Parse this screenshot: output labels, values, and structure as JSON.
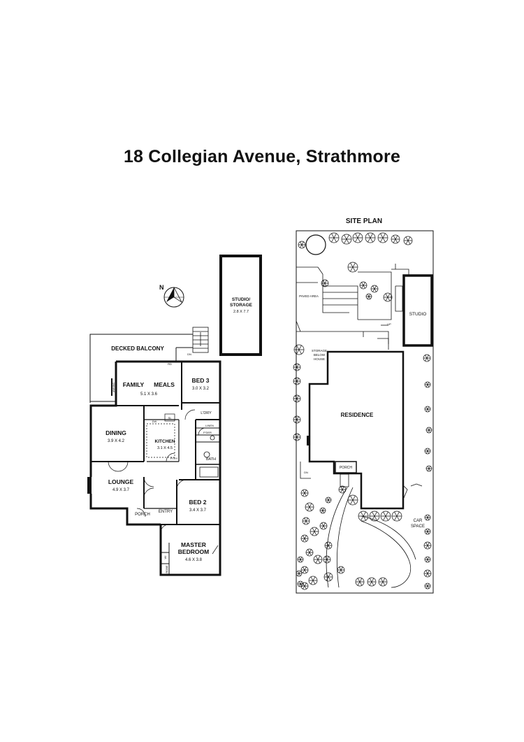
{
  "title": "18 Collegian Avenue, Strathmore",
  "compass": {
    "label": "N"
  },
  "floor_plan": {
    "rooms": {
      "decked_balcony": {
        "name": "DECKED BALCONY"
      },
      "family_meals": {
        "name_a": "FAMILY",
        "name_b": "MEALS",
        "dims": "5.1 X 3.6"
      },
      "bed3": {
        "name": "BED 3",
        "dims": "3.0 X 3.2"
      },
      "studio_storage": {
        "name_a": "STUDIO/",
        "name_b": "STORAGE",
        "dims": "2.8 X 7.7"
      },
      "dining": {
        "name": "DINING",
        "dims": "3.9 X 4.2"
      },
      "kitchen": {
        "name": "KITCHEN",
        "dims": "3.1 X 4.5"
      },
      "lounge": {
        "name": "LOUNGE",
        "dims": "4.9 X 3.7"
      },
      "bed2": {
        "name": "BED 2",
        "dims": "3.4 X 3.7"
      },
      "master": {
        "name_a": "MASTER",
        "name_b": "BEDROOM",
        "dims": "4.6 X 3.8"
      }
    },
    "small_labels": {
      "ldry": "L'DRY",
      "linen": "LINEN",
      "pder": "P'DER",
      "bath": "BATH",
      "ptry": "PTRY",
      "entry": "ENTRY",
      "porch": "PORCH",
      "dn": "DN",
      "awning": "AWNING",
      "robe": "ROBE",
      "wi": "WI",
      "dw": "DW",
      "sl": "SL",
      "rd": "RD"
    }
  },
  "site_plan": {
    "title": "SITE PLAN",
    "labels": {
      "paved_area": "PAVED AREA",
      "studio": "STUDIO",
      "storage_a": "STORAGE",
      "storage_b": "BELOW",
      "storage_c": "HOUSE",
      "residence": "RESIDENCE",
      "porch": "PORCH",
      "car_a": "CAR",
      "car_b": "SPACE",
      "up": "UP",
      "dn": "DN"
    }
  }
}
